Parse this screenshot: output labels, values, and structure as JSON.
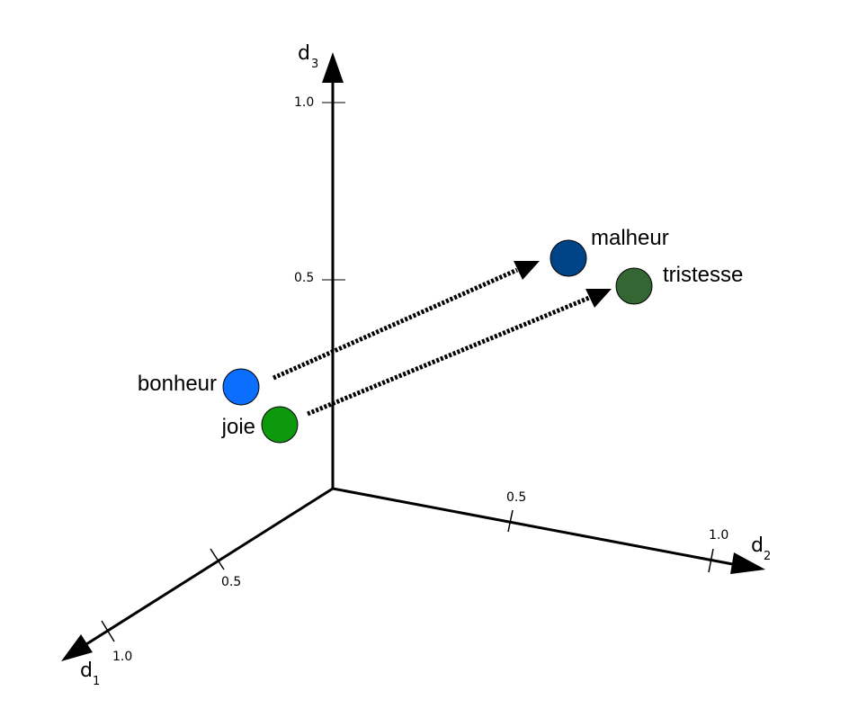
{
  "axes": {
    "d1": {
      "name": "d",
      "subscript": "1",
      "ticks": [
        "0.5",
        "1.0"
      ]
    },
    "d2": {
      "name": "d",
      "subscript": "2",
      "ticks": [
        "0.5",
        "1.0"
      ]
    },
    "d3": {
      "name": "d",
      "subscript": "3",
      "ticks": [
        "0.5",
        "1.0"
      ]
    }
  },
  "words": {
    "bonheur": {
      "label": "bonheur",
      "color": "#0a6eff"
    },
    "joie": {
      "label": "joie",
      "color": "#0c9a0c"
    },
    "malheur": {
      "label": "malheur",
      "color": "#004488"
    },
    "tristesse": {
      "label": "tristesse",
      "color": "#336633"
    }
  },
  "arrows": [
    {
      "from": "bonheur",
      "to": "malheur"
    },
    {
      "from": "joie",
      "to": "tristesse"
    }
  ],
  "colors": {
    "axis": "#000000",
    "arrow": "#000000"
  }
}
